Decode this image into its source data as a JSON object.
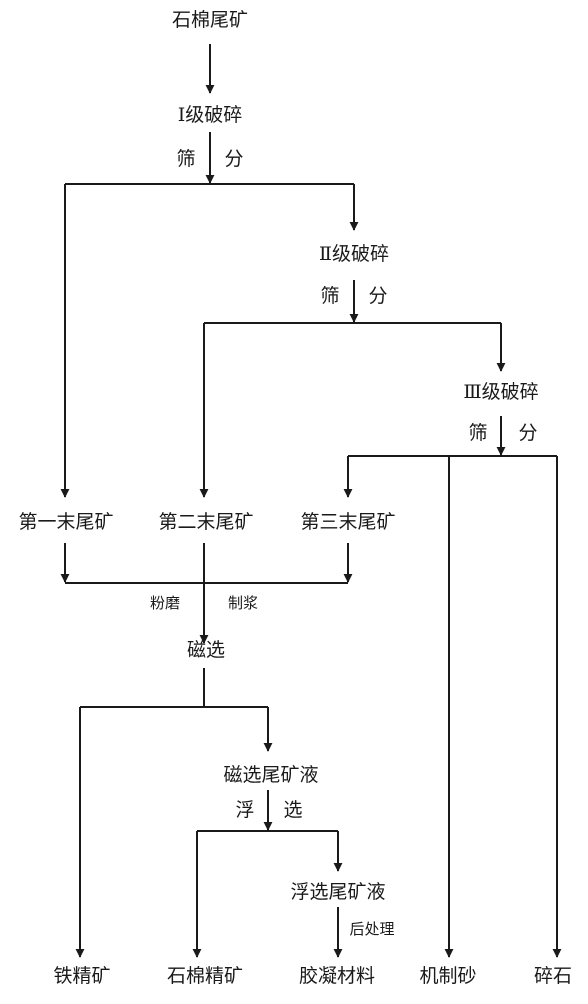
{
  "nodes": {
    "asbestos_tailings": "石棉尾矿",
    "crush_1": "Ⅰ级破碎",
    "crush_2": "Ⅱ级破碎",
    "crush_3": "Ⅲ级破碎",
    "tail_1": "第一末尾矿",
    "tail_2": "第二末尾矿",
    "tail_3": "第三末尾矿",
    "magnetic_sep": "磁选",
    "mag_tail_liquid": "磁选尾矿液",
    "flot_tail_liquid": "浮选尾矿液",
    "iron_concentrate": "铁精矿",
    "asbestos_concentrate": "石棉精矿",
    "cementing_material": "胶凝材料",
    "machine_sand": "机制砂",
    "crushed_stone": "碎石"
  },
  "process_labels": {
    "screen_char": "筛",
    "split_char": "分",
    "grinding": "粉磨",
    "pulping": "制浆",
    "float_char": "浮",
    "select_char": "选",
    "post_treatment": "后处理"
  },
  "colors": {
    "line": "#1a1a1a",
    "text": "#1a1a1a",
    "background": "#ffffff"
  }
}
